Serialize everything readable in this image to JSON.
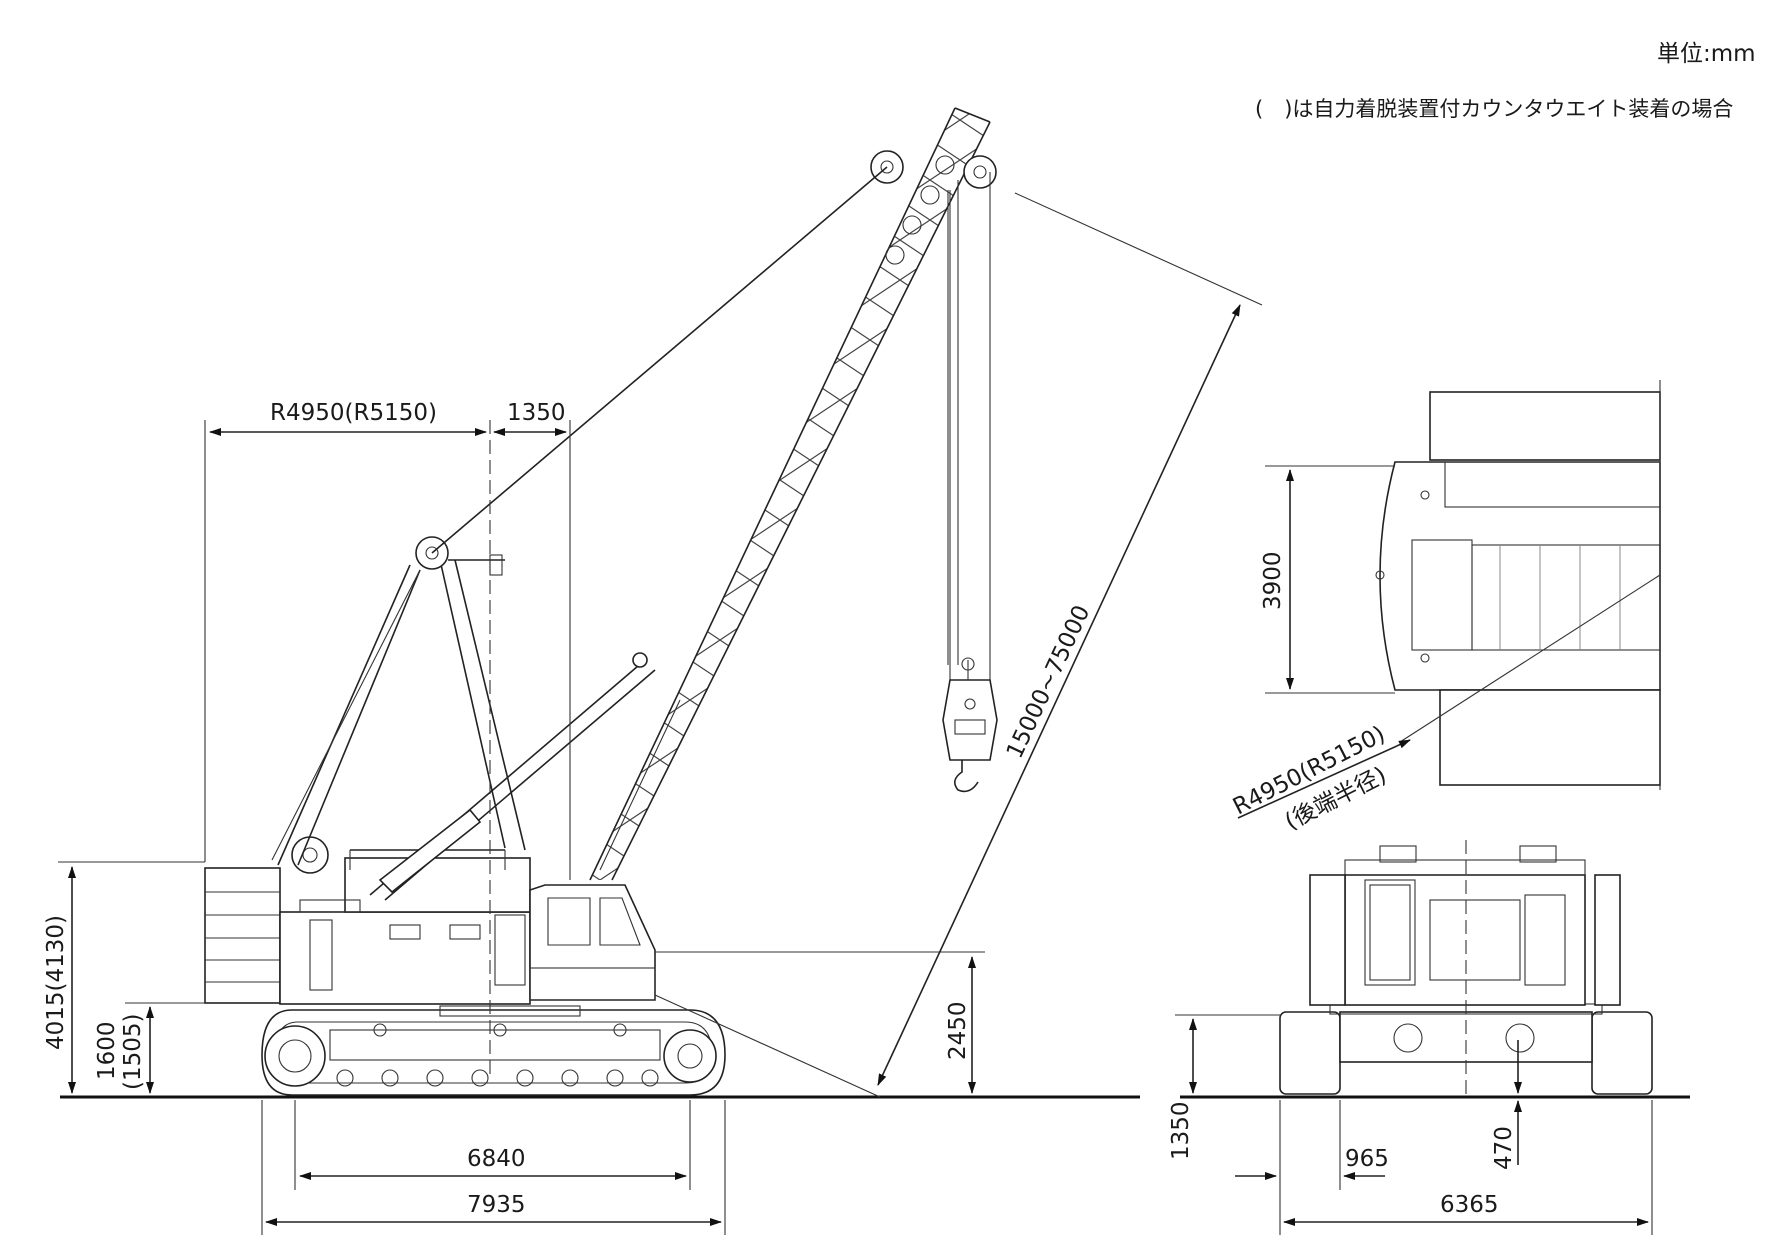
{
  "unit_note": "単位:mm",
  "counterweight_note": "(　)は自力着脱装置付カウンタウエイト装着の場合",
  "dimensions": {
    "tail_radius_side": "R4950(R5150)",
    "offset_1350_top": "1350",
    "boom_length": "15000~75000",
    "overall_height": "4015(4130)",
    "counterweight_height": "1600",
    "counterweight_height_alt": "(1505)",
    "cab_height": "2450",
    "tumbler_distance": "6840",
    "crawler_length": "7935",
    "top_width": "3900",
    "tail_radius_plan": "R4950(R5150)",
    "tail_radius_plan_note": "(後端半径)",
    "ground_clearance_height": "1350",
    "shoe_width": "965",
    "ground_clearance": "470",
    "track_width": "6365"
  }
}
